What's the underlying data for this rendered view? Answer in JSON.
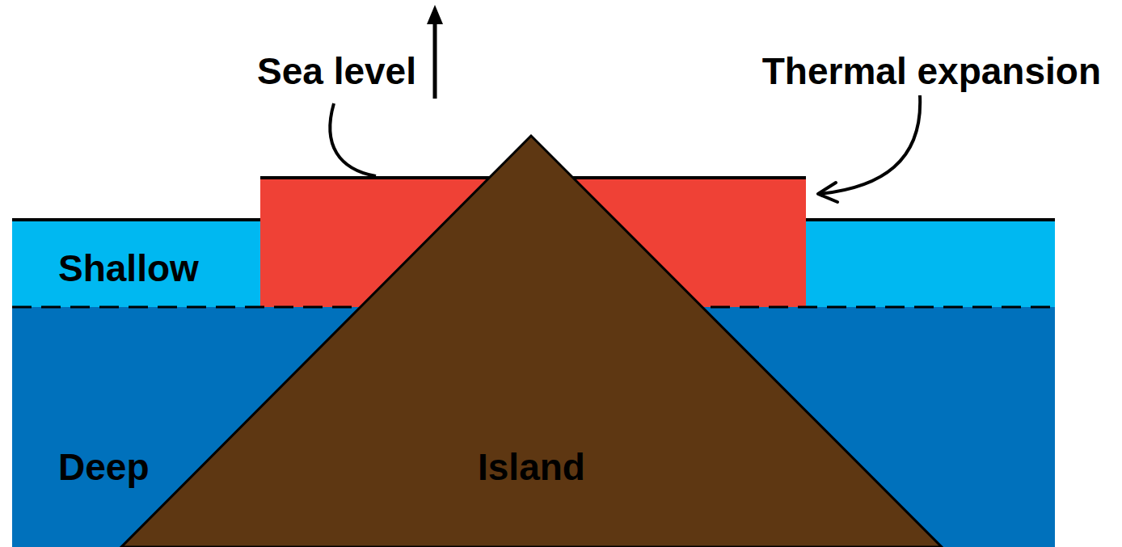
{
  "diagram": {
    "nodes": [
      {
        "text": [
          "Shallow"
        ]
      },
      {
        "text": [
          "Deep"
        ]
      },
      {
        "text": [
          "Island"
        ]
      }
    ],
    "labels": [
      "Sea level",
      "Thermal expansion"
    ]
  }
}
